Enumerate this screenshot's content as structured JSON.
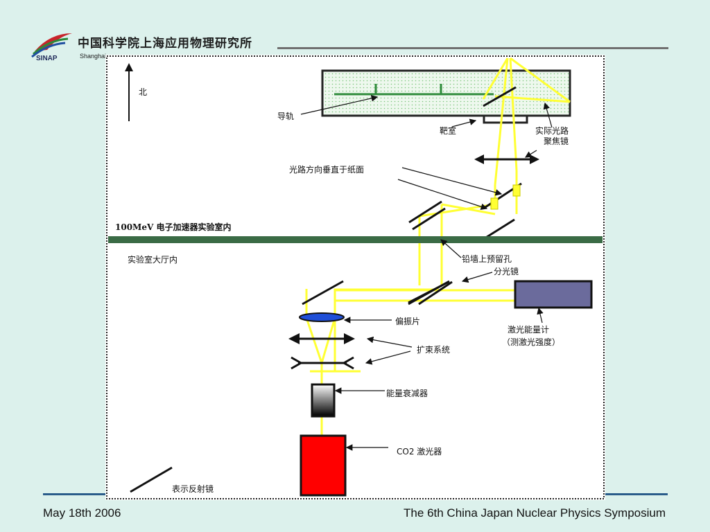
{
  "header": {
    "logo_text": "SINAP",
    "institute_cn": "中国科学院上海应用物理研究所",
    "institute_en": "Shanghai"
  },
  "diagram": {
    "labels": {
      "north": "北",
      "guide_rail": "导轨",
      "target_chamber": "靶室",
      "actual_path": "实际光路",
      "focus_mirror": "聚焦镜",
      "beam_perp": "光路方向垂直于纸面",
      "room_upper": "100MeV 电子加速器实验室内",
      "room_lower": "实验室大厅内",
      "lead_wall_hole": "铅墙上预留孔",
      "beam_splitter": "分光镜",
      "polarizer": "偏振片",
      "laser_energy_meter": "激光能量计",
      "measure_intensity": "（测激光强度）",
      "beam_expander": "扩束系统",
      "attenuator": "能量衰减器",
      "co2_laser": "CO2 激光器",
      "mirror_legend": "表示反射镜"
    },
    "colors": {
      "beam": "#ffff33",
      "laser_body": "#ff0000",
      "meter_body": "#6b6b9c",
      "wall": "#3a6b45",
      "polarizer": "#1f4fd8"
    }
  },
  "footer": {
    "date": "May 18th 2006",
    "conference": "The 6th China Japan Nuclear Physics Symposium"
  }
}
